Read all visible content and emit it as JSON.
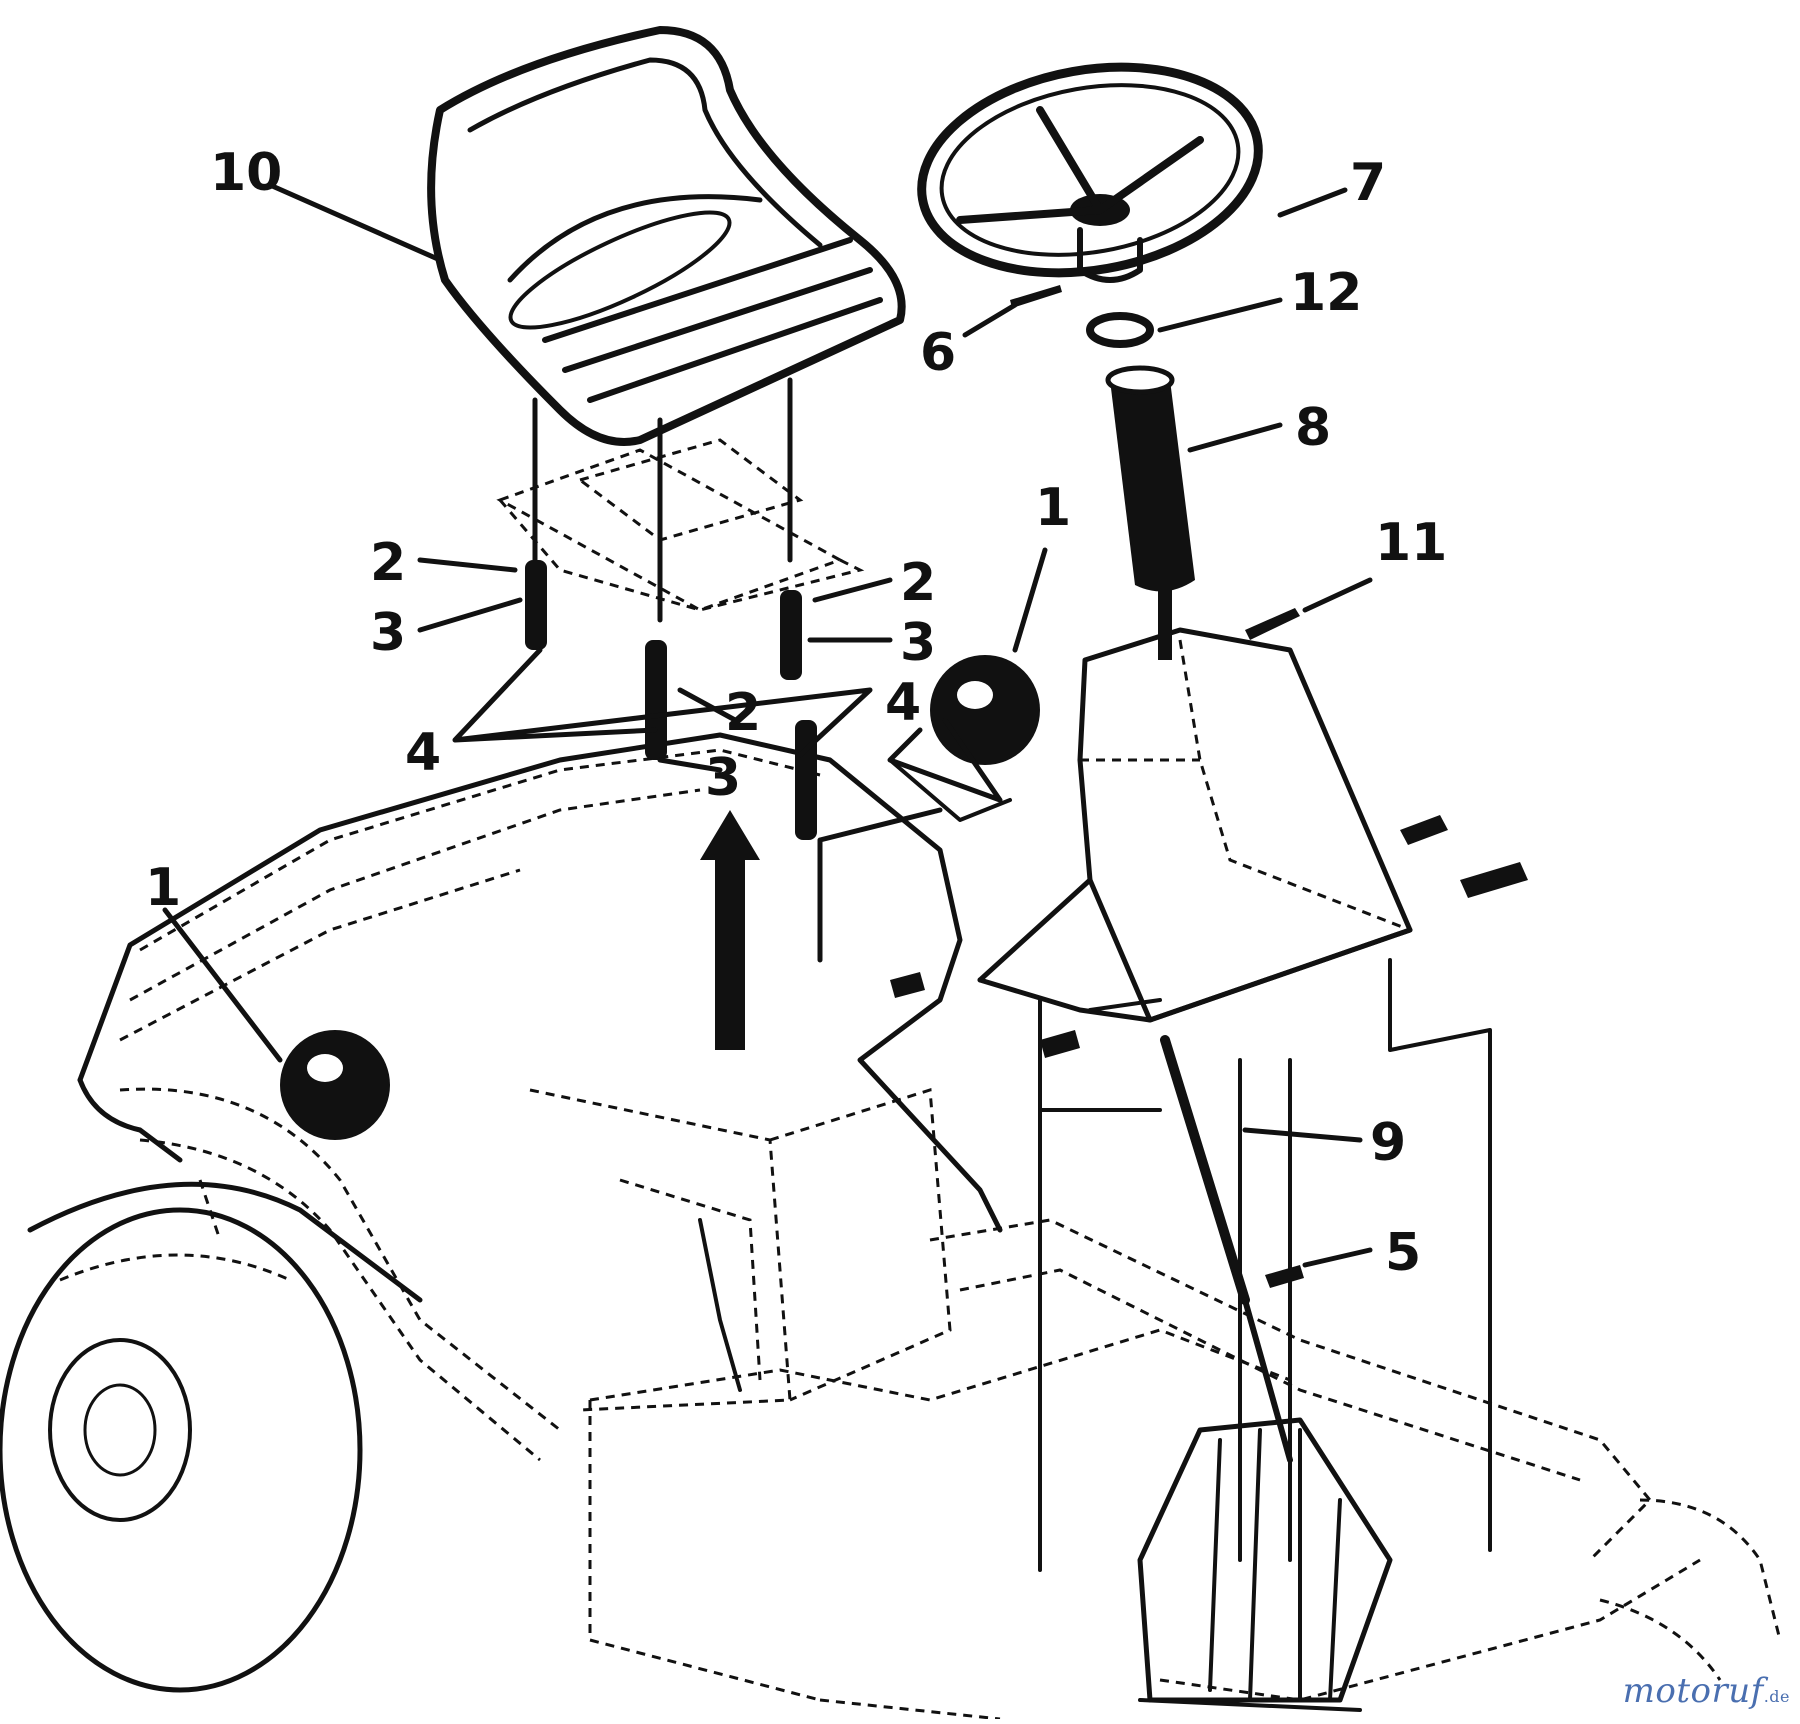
{
  "diagram": {
    "callouts": [
      {
        "id": "label-10",
        "text": "10"
      },
      {
        "id": "label-7",
        "text": "7"
      },
      {
        "id": "label-12",
        "text": "12"
      },
      {
        "id": "label-6",
        "text": "6"
      },
      {
        "id": "label-8",
        "text": "8"
      },
      {
        "id": "label-1-top",
        "text": "1"
      },
      {
        "id": "label-11",
        "text": "11"
      },
      {
        "id": "label-2-a",
        "text": "2"
      },
      {
        "id": "label-3-a",
        "text": "3"
      },
      {
        "id": "label-2-b",
        "text": "2"
      },
      {
        "id": "label-3-b",
        "text": "3"
      },
      {
        "id": "label-2-c",
        "text": "2"
      },
      {
        "id": "label-3-c",
        "text": "3"
      },
      {
        "id": "label-4-a",
        "text": "4"
      },
      {
        "id": "label-4-b",
        "text": "4"
      },
      {
        "id": "label-1-left",
        "text": "1"
      },
      {
        "id": "label-9",
        "text": "9"
      },
      {
        "id": "label-5",
        "text": "5"
      }
    ]
  },
  "watermark": {
    "brand": "motoruf",
    "tld": ".de",
    "color": "#4a6fb0"
  },
  "colors": {
    "ink": "#111111",
    "background": "#ffffff"
  }
}
